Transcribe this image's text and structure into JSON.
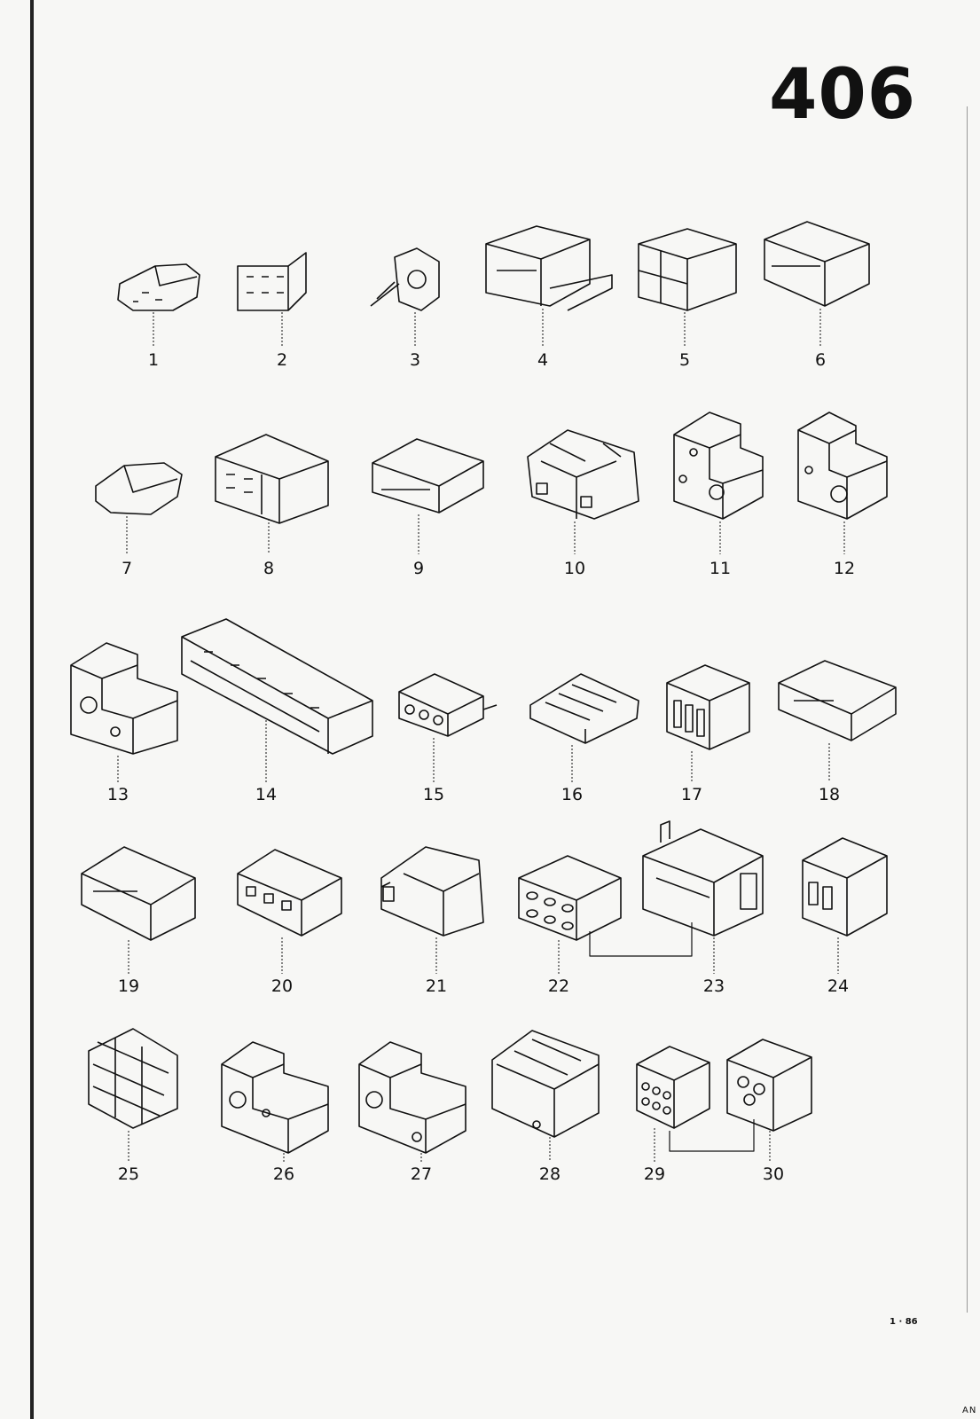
{
  "page": {
    "number": "406",
    "footer_code": "1 · 86",
    "corner_code": "AN"
  },
  "parts": [
    {
      "label": "1"
    },
    {
      "label": "2"
    },
    {
      "label": "3"
    },
    {
      "label": "4"
    },
    {
      "label": "5"
    },
    {
      "label": "6"
    },
    {
      "label": "7"
    },
    {
      "label": "8"
    },
    {
      "label": "9"
    },
    {
      "label": "10"
    },
    {
      "label": "11"
    },
    {
      "label": "12"
    },
    {
      "label": "13"
    },
    {
      "label": "14"
    },
    {
      "label": "15"
    },
    {
      "label": "16"
    },
    {
      "label": "17"
    },
    {
      "label": "18"
    },
    {
      "label": "19"
    },
    {
      "label": "20"
    },
    {
      "label": "21"
    },
    {
      "label": "22"
    },
    {
      "label": "23"
    },
    {
      "label": "24"
    },
    {
      "label": "25"
    },
    {
      "label": "26"
    },
    {
      "label": "27"
    },
    {
      "label": "28"
    },
    {
      "label": "29"
    },
    {
      "label": "30"
    }
  ]
}
